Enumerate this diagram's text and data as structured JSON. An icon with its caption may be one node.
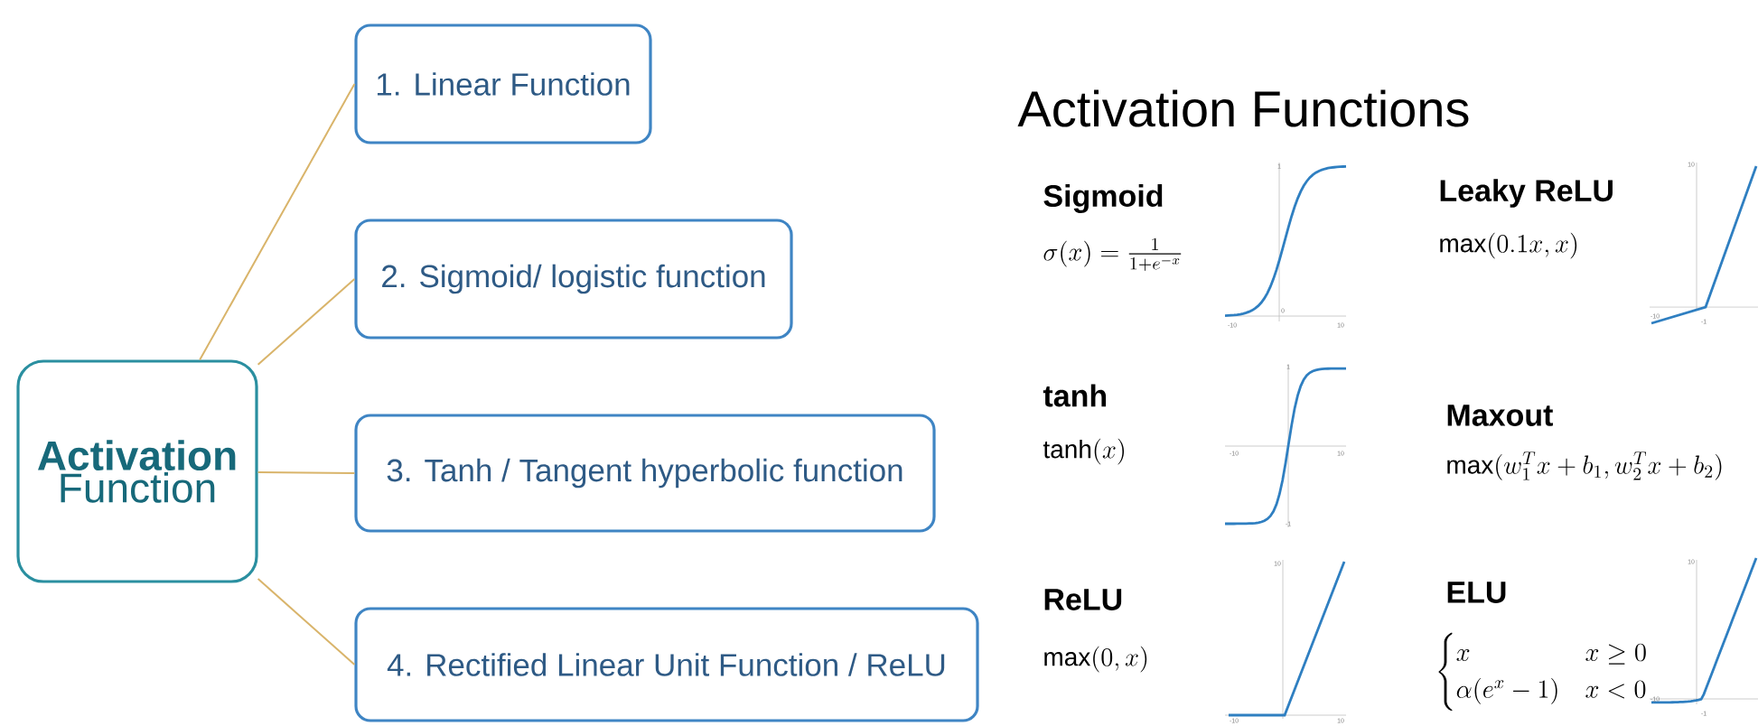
{
  "diagram": {
    "title": "Activation Functions",
    "nodes": [
      {
        "text": [
          "Activation",
          "Function"
        ]
      },
      {
        "text": [
          "1. Linear Function"
        ]
      },
      {
        "text": [
          "2. Sigmoid/ logistic function"
        ]
      },
      {
        "text": [
          "3. Tanh / Tangent hyperbolic function"
        ]
      },
      {
        "text": [
          "4. Rectified Linear Unit Function / ReLU"
        ]
      }
    ],
    "edges": [
      {
        "from": 0,
        "to": 1,
        "arrow": "none",
        "color": "#d9b46a"
      },
      {
        "from": 0,
        "to": 2,
        "arrow": "none",
        "color": "#d9b46a"
      },
      {
        "from": 0,
        "to": 3,
        "arrow": "none",
        "color": "#d9b46a"
      },
      {
        "from": 0,
        "to": 4,
        "arrow": "none",
        "color": "#d9b46a"
      }
    ],
    "labels": [
      "Sigmoid",
      "\\sigma(x)=\\frac{1}{1+e^{-x}}",
      "Leaky ReLU",
      "\\max(0.1x,x)",
      "tanh",
      "\\tanh(x)",
      "Maxout",
      "\\max(w_1^Tx+b_1,w_2^Tx+b_2)",
      "ReLU",
      "\\max(0,x)",
      "ELU",
      "\\begin{cases}x & x\\geq 0\\\\ \\alpha(e^x-1) & x<0\\end{cases}",
      "1",
      "0",
      "-10",
      "10",
      "1",
      "-10",
      "10",
      "-1",
      "10",
      "-10",
      "10",
      "10",
      "-10",
      "-1",
      "10",
      "-10",
      "-1"
    ]
  }
}
